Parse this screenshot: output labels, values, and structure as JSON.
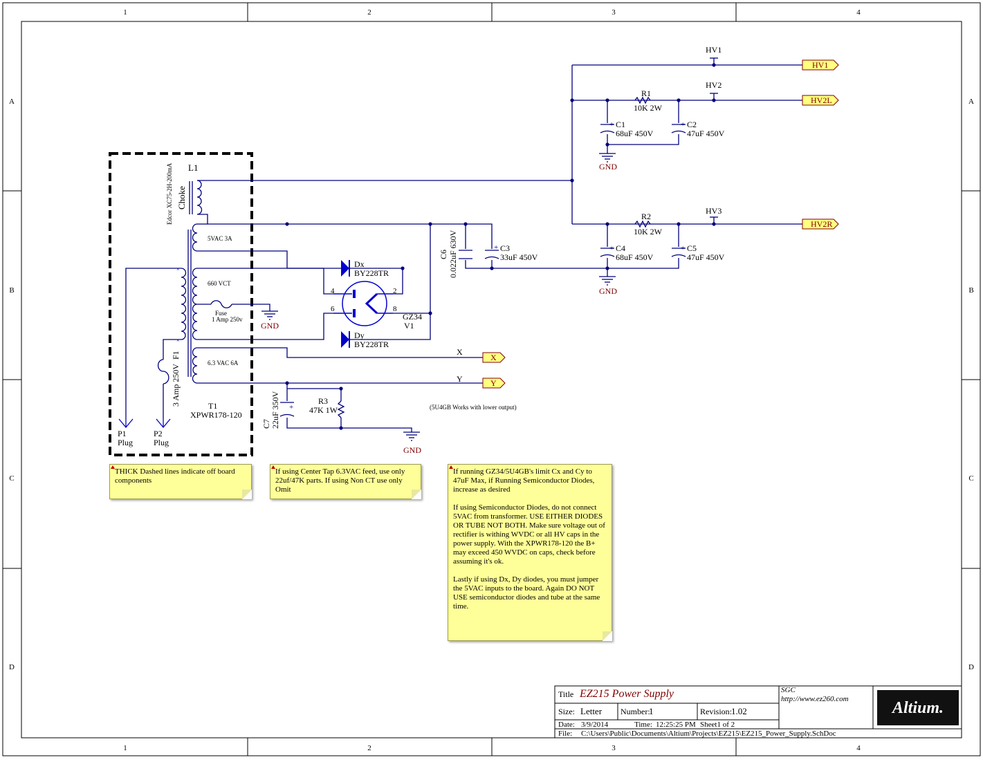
{
  "sheet": {
    "columns": [
      "1",
      "2",
      "3",
      "4"
    ],
    "rows": [
      "A",
      "B",
      "C",
      "D"
    ]
  },
  "parts": {
    "L1": {
      "designator": "L1",
      "name": "Choke",
      "value": "Edcor XC75-2H-200mA"
    },
    "T1": {
      "designator": "T1",
      "value": "XPWR178-120",
      "winding_5v": "5VAC 3A",
      "winding_660": "660 VCT",
      "winding_63": "6.3 VAC 6A"
    },
    "fuse_inline": {
      "label": "Fuse",
      "value": "1 Amp 250v"
    },
    "F1": {
      "designator": "F1",
      "value": "3 Amp 250V"
    },
    "P1": {
      "designator": "P1",
      "value": "Plug"
    },
    "P2": {
      "designator": "P2",
      "value": "Plug"
    },
    "Dx": {
      "designator": "Dx",
      "value": "BY228TR"
    },
    "Dy": {
      "designator": "Dy",
      "value": "BY228TR"
    },
    "V1": {
      "designator": "V1",
      "value": "GZ34",
      "pin4": "4",
      "pin2": "2",
      "pin6": "6",
      "pin8": "8"
    },
    "C6": {
      "designator": "C6",
      "value": "0.022uF 630V"
    },
    "C3": {
      "designator": "C3",
      "value": "33uF 450V"
    },
    "C1": {
      "designator": "C1",
      "value": "68uF 450V"
    },
    "C2": {
      "designator": "C2",
      "value": "47uF 450V"
    },
    "C4": {
      "designator": "C4",
      "value": "68uF 450V"
    },
    "C5": {
      "designator": "C5",
      "value": "47uF 450V"
    },
    "C7": {
      "designator": "C7",
      "value": "22uF 350V"
    },
    "R1": {
      "designator": "R1",
      "value": "10K 2W"
    },
    "R2": {
      "designator": "R2",
      "value": "10K 2W"
    },
    "R3": {
      "designator": "R3",
      "value": "47K 1W"
    }
  },
  "nets": {
    "HV1": "HV1",
    "HV2": "HV2",
    "HV3": "HV3",
    "X": "X",
    "Y": "Y",
    "gnd": "GND",
    "ports": {
      "hv1": "HV1",
      "hv2l": "HV2L",
      "hv2r": "HV2R",
      "x": "X",
      "y": "Y"
    }
  },
  "polarity": "+",
  "notes": {
    "rectifier_note": "(5U4GB Works with lower output)",
    "note1": "THICK Dashed lines indicate off board components",
    "note2": "If using Center Tap 6.3VAC feed, use only 22uf/47K parts. If using Non CT use only Omit",
    "note3_p1": "If running GZ34/5U4GB's limit Cx and Cy to 47uF Max, if Running Semiconductor Diodes, increase as desired",
    "note3_p2": "If using Semiconductor Diodes, do not connect 5VAC from transformer.  USE EITHER DIODES OR TUBE NOT BOTH. Make sure voltage out of rectifier is withing WVDC or all HV caps in the power supply. With the XPWR178-120 the B+ may exceed 450 WVDC on caps, check before assuming it's ok.",
    "note3_p3": "Lastly if using Dx, Dy diodes, you must jumper the 5VAC inputs to the board. Again DO NOT USE semiconductor diodes and tube at the same time."
  },
  "title_block": {
    "title_label": "Title",
    "title": "EZ215 Power Supply",
    "size_label": "Size:",
    "size": "Letter",
    "number_label": "Number:",
    "number": "1",
    "revision_label": "Revision:",
    "revision": "1.02",
    "date_label": "Date:",
    "date": "3/9/2014",
    "time_label": "Time:",
    "time": "12:25:25 PM",
    "sheet_text": "Sheet1    of   2",
    "file_label": "File:",
    "file": "C:\\Users\\Public\\Documents\\Altium\\Projects\\EZ215\\EZ215_Power_Supply.SchDoc",
    "company": "SGC",
    "url": "http://www.ez260.com",
    "logo": "Altium."
  },
  "colors": {
    "wire": "#000080",
    "component": "#0000cc",
    "power_text": "#800000",
    "port_fill": "#ffff80",
    "title_red": "#800000",
    "note_fill": "#ffff99"
  }
}
